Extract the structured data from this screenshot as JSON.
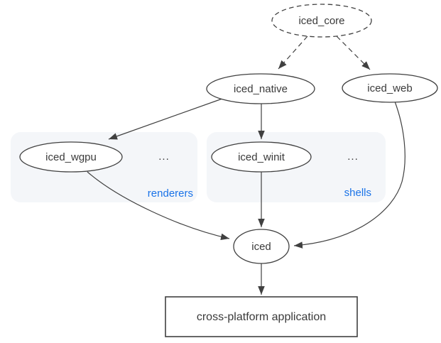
{
  "diagram": {
    "description": "iced crate ecosystem dependency diagram",
    "nodes": {
      "iced_core": "iced_core",
      "iced_native": "iced_native",
      "iced_web": "iced_web",
      "iced_wgpu": "iced_wgpu",
      "iced_winit": "iced_winit",
      "iced": "iced",
      "application": "cross-platform application"
    },
    "groups": {
      "renderers": {
        "label": "renderers",
        "more": "..."
      },
      "shells": {
        "label": "shells",
        "more": "..."
      }
    },
    "edges": [
      {
        "from": "iced_core",
        "to": "iced_native",
        "style": "dashed"
      },
      {
        "from": "iced_core",
        "to": "iced_web",
        "style": "dashed"
      },
      {
        "from": "iced_native",
        "to": "iced_wgpu",
        "style": "solid"
      },
      {
        "from": "iced_native",
        "to": "iced_winit",
        "style": "solid"
      },
      {
        "from": "iced_wgpu",
        "to": "iced",
        "style": "solid"
      },
      {
        "from": "iced_winit",
        "to": "iced",
        "style": "solid"
      },
      {
        "from": "iced_web",
        "to": "iced",
        "style": "solid"
      },
      {
        "from": "iced",
        "to": "application",
        "style": "solid"
      }
    ],
    "colors": {
      "stroke": "#404040",
      "text": "#3a3a3a",
      "group_label": "#1a73e8",
      "group_fill": "#f4f6f9",
      "background": "#ffffff"
    }
  }
}
